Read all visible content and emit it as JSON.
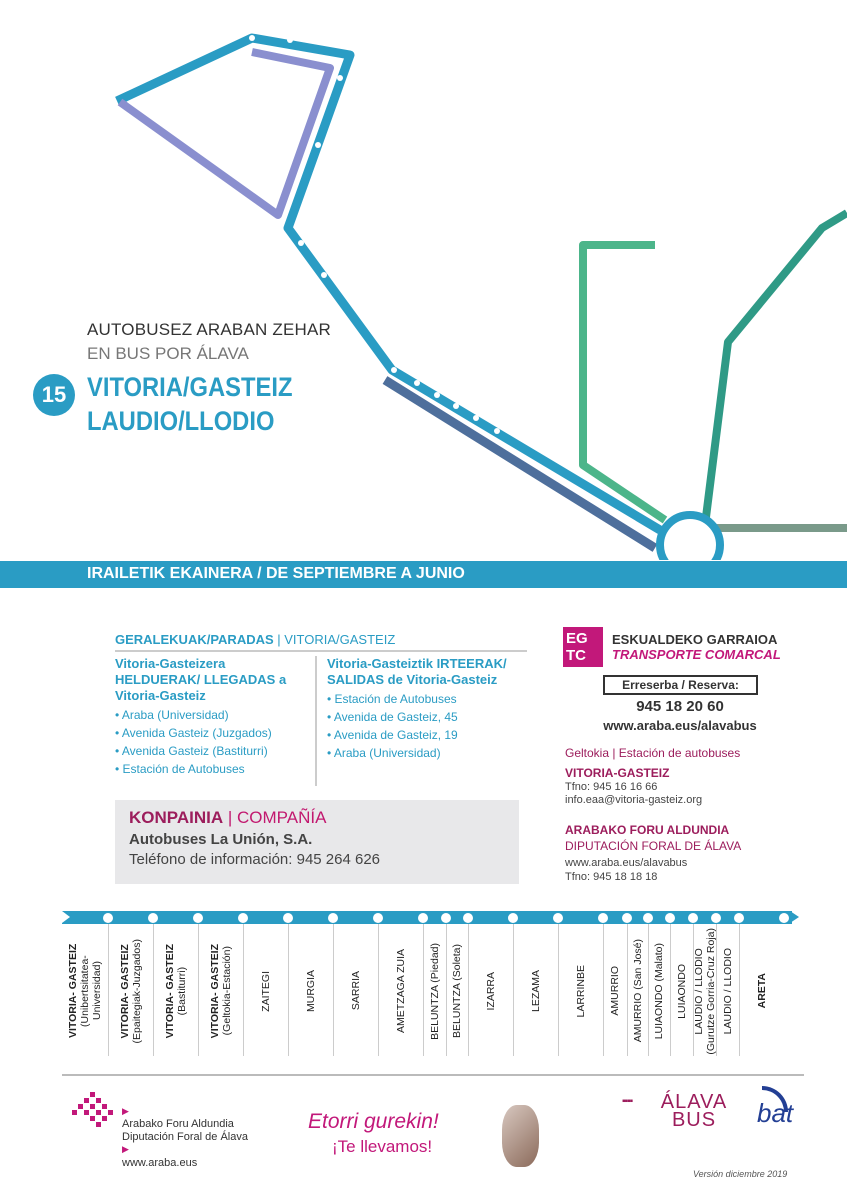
{
  "header": {
    "kicker_eu": "AUTOBUSEZ ARABAN ZEHAR",
    "kicker_es": "EN BUS POR ÁLAVA",
    "line_number": "15",
    "title_line1": "VITORIA/GASTEIZ",
    "title_line2": "LAUDIO/LLODIO"
  },
  "band": "IRAILETIK EKAINERA / DE SEPTIEMBRE A JUNIO",
  "stops_box": {
    "title_bold": "GERALEKUAK/PARADAS",
    "title_rest": " | VITORIA/GASTEIZ",
    "arrivals": {
      "heading": "Vitoria-Gasteizera HELDUERAK/ LLEGADAS a Vitoria-Gasteiz",
      "items": [
        "• Araba (Universidad)",
        "• Avenida Gasteiz (Juzgados)",
        "• Avenida Gasteiz (Bastiturri)",
        "• Estación de Autobuses"
      ]
    },
    "departures": {
      "heading": "Vitoria-Gasteiztik IRTEERAK/ SALIDAS de Vitoria-Gasteiz",
      "items": [
        "• Estación de Autobuses",
        "• Avenida de Gasteiz, 45",
        "• Avenida de Gasteiz, 19",
        "• Araba (Universidad)"
      ]
    }
  },
  "company": {
    "label_eu": "KONPAINIA",
    "label_es": " | COMPAÑÍA",
    "name": "Autobuses La Unión, S.A.",
    "phone": "Teléfono de información: 945 264 626"
  },
  "egtc": {
    "logo": "EG TC",
    "line1": "ESKUALDEKO GARRAIOA",
    "line2": "TRANSPORTE COMARCAL",
    "reserve": "Erreserba / Reserva:",
    "phone": "945 18 20 60",
    "web": "www.araba.eus/alavabus"
  },
  "station": {
    "label": "Geltokia | Estación de autobuses",
    "city": "VITORIA-GASTEIZ",
    "tel": "Tfno: 945 16 16 66",
    "email": "info.eaa@vitoria-gasteiz.org"
  },
  "diputacion": {
    "name_eu": "ARABAKO FORU ALDUNDIA",
    "name_es": "DIPUTACIÓN FORAL DE ÁLAVA",
    "web": "www.araba.eus/alavabus",
    "tel": "Tfno: 945 18 18 18"
  },
  "route_stops": [
    {
      "name": "VITORIA- GASTEIZ",
      "sub": "(Unibertsitatea-Universidad)",
      "bold": true
    },
    {
      "name": "VITORIA- GASTEIZ",
      "sub": "(Epaitegiak-Juzgados)",
      "bold": true
    },
    {
      "name": "VITORIA- GASTEIZ",
      "sub": "(Bastiturri)",
      "bold": true
    },
    {
      "name": "VITORIA- GASTEIZ",
      "sub": "(Geltokia-Estación)",
      "bold": true
    },
    {
      "name": "ZAITEGI"
    },
    {
      "name": "MURGIA"
    },
    {
      "name": "SARRIA"
    },
    {
      "name": "AMETZAGA ZUIA"
    },
    {
      "name": "BELUNTZA (Piedad)"
    },
    {
      "name": "BELUNTZA (Soleta)"
    },
    {
      "name": "IZARRA"
    },
    {
      "name": "LEZAMA"
    },
    {
      "name": "LARRINBE"
    },
    {
      "name": "AMURRIO"
    },
    {
      "name": "AMURRIO (San José)"
    },
    {
      "name": "LUIAONDO (Malato)"
    },
    {
      "name": "LUIAONDO"
    },
    {
      "name": "LAUDIO / LLODIO",
      "sub": "(Gurutze Gorria-Cruz Roja)"
    },
    {
      "name": "LAUDIO / LLODIO"
    },
    {
      "name": "ARETA",
      "bold": true
    }
  ],
  "footer": {
    "afa_eu": "Arabako Foru Aldundia",
    "afa_es": "Diputación Foral de Álava",
    "afa_web": "www.araba.eus",
    "slogan_eu": "Etorri gurekin!",
    "slogan_es": "¡Te llevamos!",
    "alava_bus": "ÁLAVA BUS",
    "bat": "bat",
    "version": "Versión diciembre 2019"
  },
  "colors": {
    "blue": "#2a9cc4",
    "magenta": "#c2187a",
    "wine": "#9c1d5c"
  }
}
